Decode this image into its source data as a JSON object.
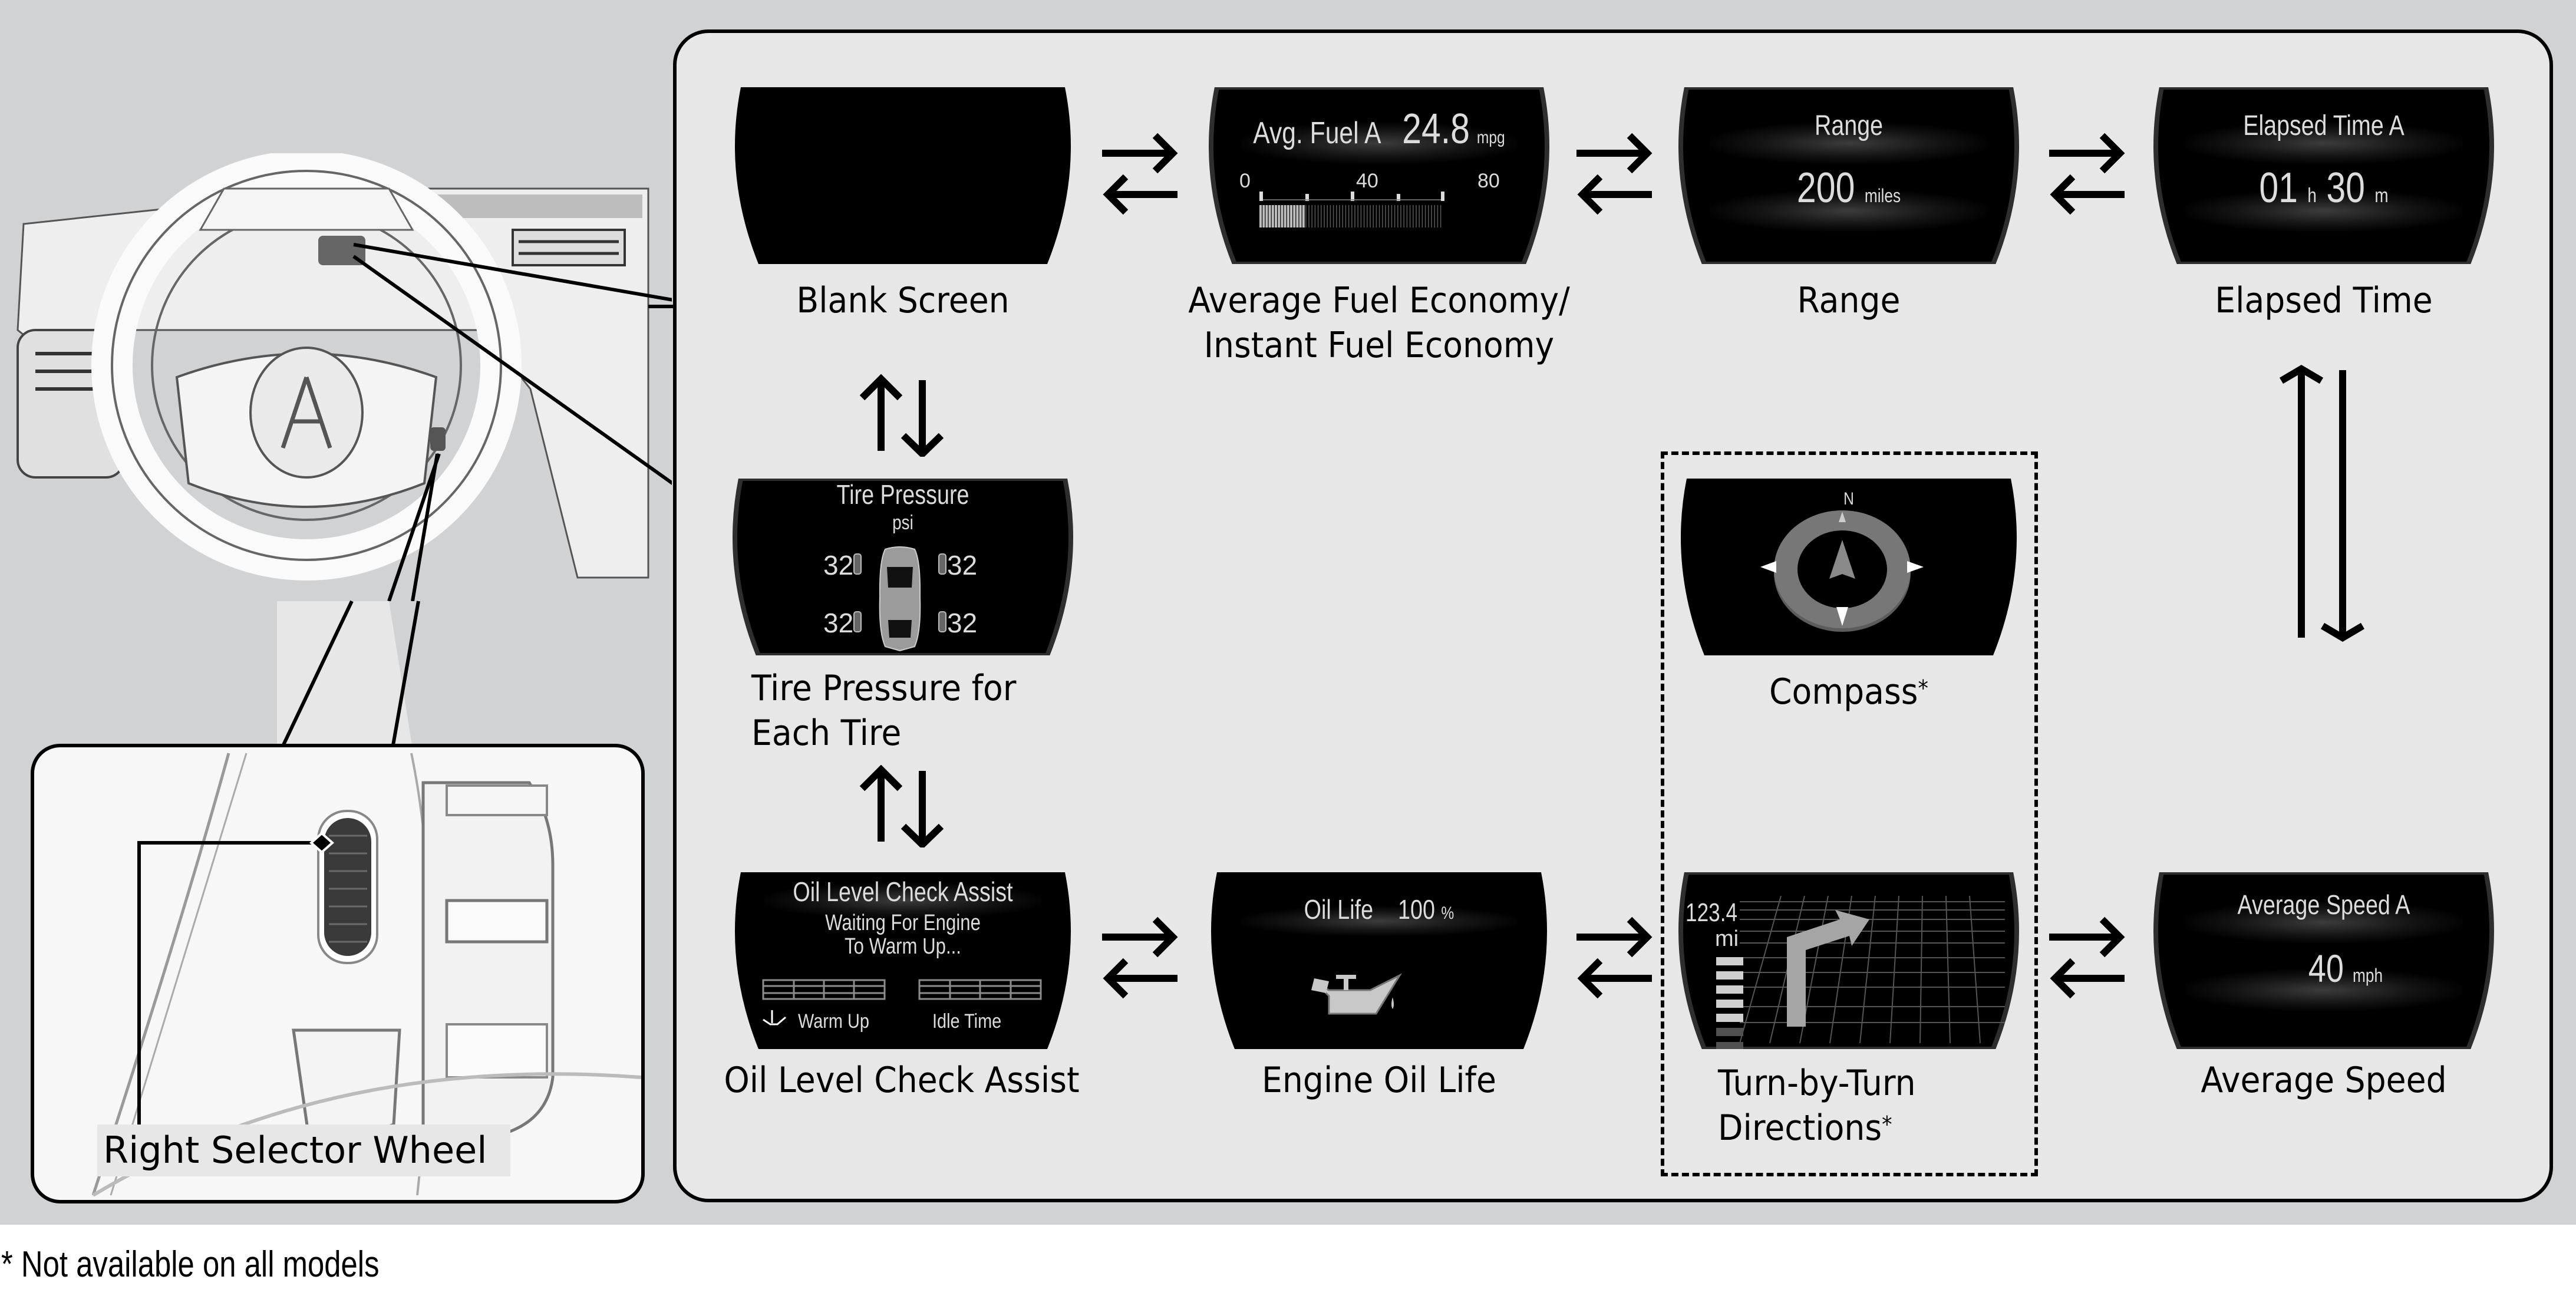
{
  "footnote": "* Not available on all models",
  "illustration": {
    "selector_label": "Right Selector Wheel"
  },
  "screens": {
    "blank": {
      "caption": "Blank Screen"
    },
    "fuel": {
      "caption_line1": "Average Fuel Economy/",
      "caption_line2": "Instant Fuel Economy",
      "title": "Avg. Fuel A",
      "value": "24.8",
      "unit": "mpg",
      "scale_ticks": [
        "0",
        "40",
        "80"
      ],
      "instant_gauge_fraction": 0.24
    },
    "range": {
      "caption": "Range",
      "title": "Range",
      "value": "200",
      "unit": "miles"
    },
    "elapsed": {
      "caption": "Elapsed Time",
      "title": "Elapsed Time A",
      "hours": "01",
      "hours_unit": "h",
      "minutes": "30",
      "minutes_unit": "m"
    },
    "tire": {
      "caption_line1": "Tire Pressure for",
      "caption_line2": "Each Tire",
      "title": "Tire Pressure",
      "unit": "psi",
      "front_left": "32",
      "front_right": "32",
      "rear_left": "32",
      "rear_right": "32"
    },
    "compass": {
      "caption": "Compass",
      "asterisk": "*",
      "north_label": "N"
    },
    "oil_check": {
      "caption": "Oil Level Check Assist",
      "title": "Oil Level Check Assist",
      "message_line1": "Waiting For Engine",
      "message_line2": "To Warm Up...",
      "warm_up_label": "Warm Up",
      "idle_time_label": "Idle Time"
    },
    "oil_life": {
      "caption": "Engine Oil Life",
      "title": "Oil Life",
      "value": "100",
      "unit": "%"
    },
    "turn": {
      "caption_line1": "Turn-by-Turn",
      "caption_line2": "Directions",
      "asterisk": "*",
      "distance": "123.4",
      "distance_unit": "mi",
      "distance_bar_fraction": 0.5
    },
    "avg_speed": {
      "caption": "Average Speed",
      "title": "Average Speed A",
      "value": "40",
      "unit": "mph"
    }
  },
  "colors": {
    "screen_bg": "#000000",
    "screen_bezel": "#2e2e2e",
    "screen_text": "#dcdcdc",
    "panel_bg": "#e7e7e7",
    "page_bg": "#d1d2d4"
  }
}
